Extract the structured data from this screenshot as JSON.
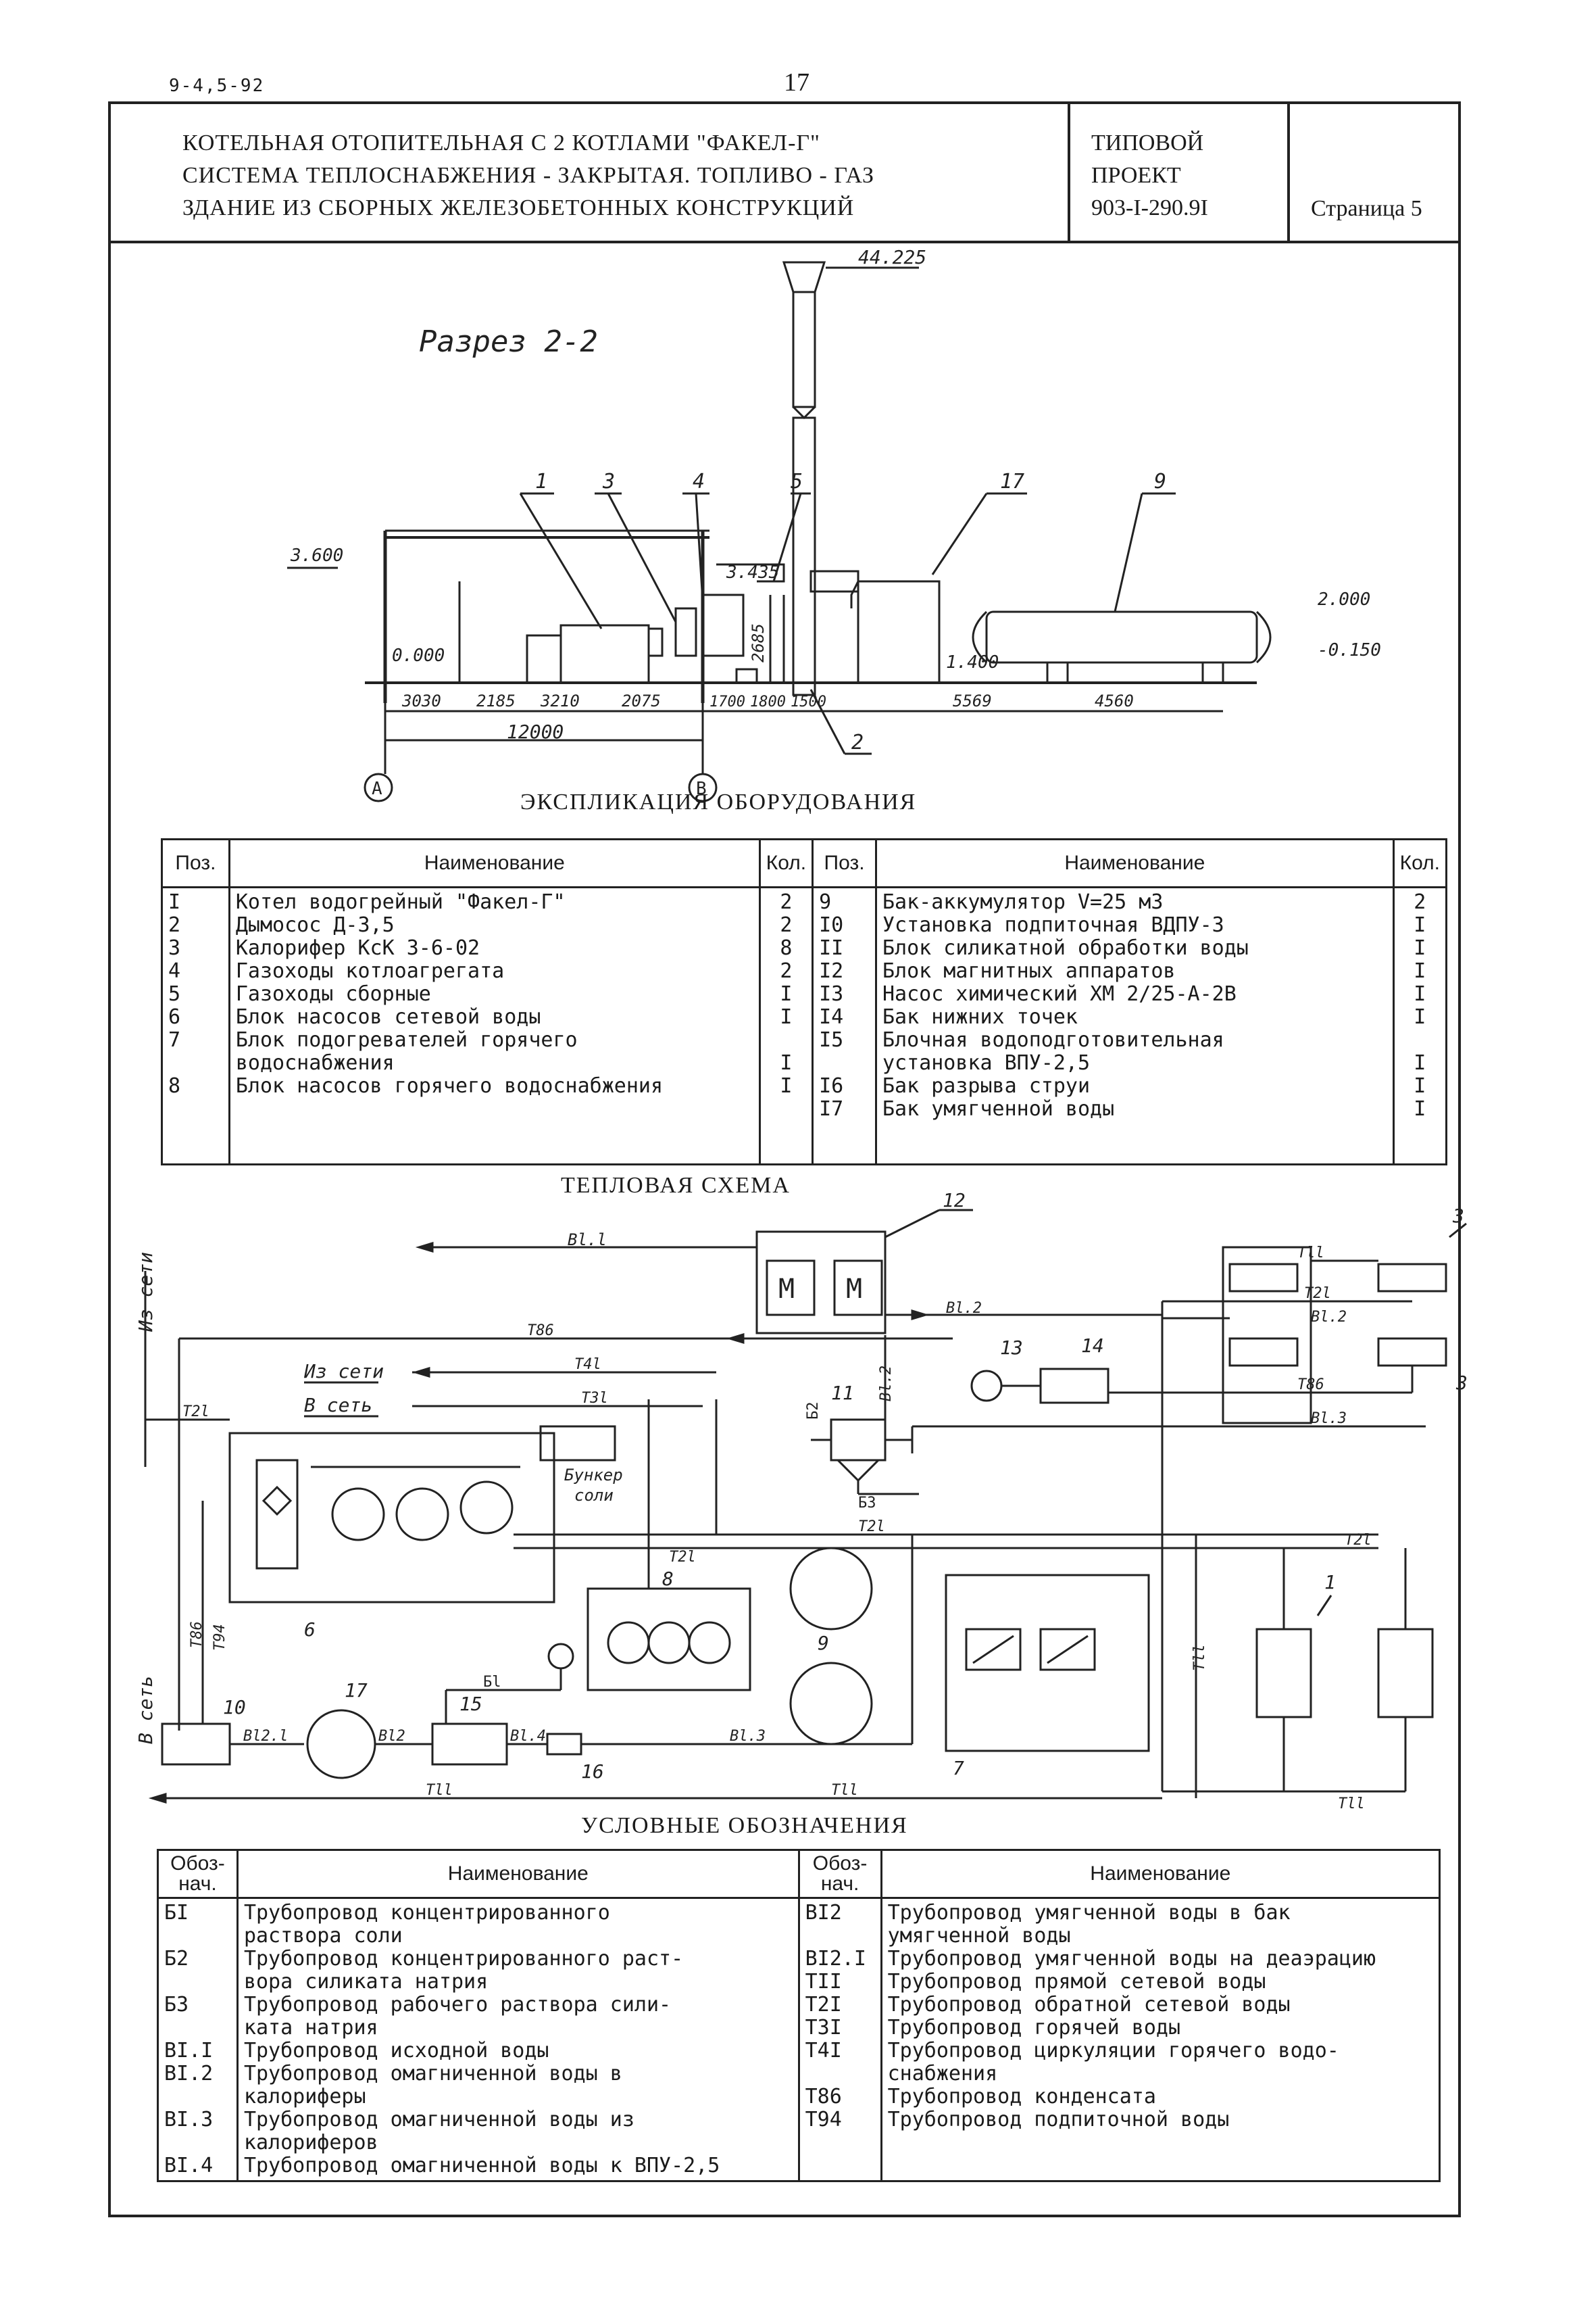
{
  "header": {
    "code": "9-4,5-92",
    "page_number": "17",
    "title_lines": [
      "КОТЕЛЬНАЯ ОТОПИТЕЛЬНАЯ С 2 КОТЛАМИ \"ФАКЕЛ-Г\"",
      "СИСТЕМА ТЕПЛОСНАБЖЕНИЯ - ЗАКРЫТАЯ. ТОПЛИВО - ГАЗ",
      "ЗДАНИЕ ИЗ СБОРНЫХ ЖЕЛЕЗОБЕТОННЫХ КОНСТРУКЦИЙ"
    ],
    "project_lines": [
      "ТИПОВОЙ",
      "ПРОЕКТ",
      "903-I-290.9I"
    ],
    "page_label": "Страница 5"
  },
  "section": {
    "title": "Разрез  2-2",
    "top_mark": "44.225",
    "levels": [
      "3.600",
      "0.000",
      "3.435",
      "2.000",
      "-0.150",
      "1.400"
    ],
    "dims": [
      "3030",
      "2185",
      "3210",
      "2075",
      "1700",
      "1800",
      "1500",
      "5569",
      "4560",
      "12000"
    ],
    "vertical_dim": "2685",
    "callouts": [
      "1",
      "3",
      "4",
      "5",
      "17",
      "9",
      "2"
    ],
    "axes": [
      "А",
      "В"
    ]
  },
  "equipment": {
    "title": "ЭКСПЛИКАЦИЯ   ОБОРУДОВАНИЯ",
    "headers": [
      "Поз.",
      "Наименование",
      "Кол.",
      "Поз.",
      "Наименование",
      "Кол."
    ],
    "left": {
      "pos": "I\n2\n3\n4\n5\n6\n7\n\n8",
      "names": "Котел водогрейный \"Факел-Г\"\nДымосос Д-3,5\nКалорифер КсК 3-6-02\nГазоходы котлоагрегата\nГазоходы сборные\nБлок насосов сетевой воды\nБлок подогревателей горячего\nводоснабжения\nБлок насосов горячего водоснабжения",
      "qty": "2\n2\n8\n2\nI\nI\n\nI\nI"
    },
    "right": {
      "pos": "9\nI0\nII\nI2\nI3\nI4\nI5\n\nI6\nI7",
      "names": "Бак-аккумулятор     V=25 м3\nУстановка подпиточная  ВДПУ-3\nБлок силикатной обработки воды\nБлок магнитных аппаратов\nНасос химический ХМ 2/25-А-2В\nБак нижних точек\nБлочная водоподготовительная\nустановка ВПУ-2,5\nБак разрыва струи\nБак умягченной воды",
      "qty": "2\nI\nI\nI\nI\nI\n\nI\nI\nI"
    }
  },
  "scheme": {
    "title": "ТЕПЛОВАЯ  СХЕМА",
    "labels": {
      "b11": "Bl.l",
      "b12": "Bl.2",
      "b13": "Bl.3",
      "b14": "Bl.4",
      "b121": "Bl2.l",
      "b12b": "Bl2",
      "t11": "Tll",
      "t21": "T2l",
      "t31": "T3l",
      "t41": "T4l",
      "t86": "T86",
      "t94": "T94",
      "b1": "Бl",
      "b2": "Б2",
      "b3": "Б3",
      "iz_seti_v": "Из сети",
      "v_set_v": "В сеть",
      "iz_seti": "Из сети",
      "v_set": "В сеть",
      "bunker": "Бункер",
      "soli": "соли",
      "m": "M"
    },
    "numbers": [
      "12",
      "3",
      "3",
      "13",
      "14",
      "11",
      "6",
      "8",
      "9",
      "1",
      "10",
      "17",
      "15",
      "16",
      "7"
    ]
  },
  "legend": {
    "title": "УСЛОВНЫЕ  ОБОЗНАЧЕНИЯ",
    "headers": [
      "Обоз-\nнач.",
      "Наименование",
      "Обоз-\nнач.",
      "Наименование"
    ],
    "left": {
      "codes": "БI\n\nБ2\n\nБ3\n\nBI.I\nBI.2\n\nBI.3\n\nBI.4",
      "names": "Трубопровод концентрированного\nраствора соли\nТрубопровод концентрированного раст-\nвора силиката натрия\nТрубопровод рабочего раствора сили-\nката натрия\nТрубопровод исходной воды\nТрубопровод омагниченной воды в\nкалориферы\nТрубопровод омагниченной воды из\nкалориферов\nТрубопровод омагниченной воды к ВПУ-2,5"
    },
    "right": {
      "codes": "BI2\n\nBI2.I\nTII\nT2I\nT3I\nT4I\n\nT86\nT94",
      "names": "Трубопровод умягченной воды в бак\nумягченной воды\nТрубопровод умягченной воды на деаэрацию\nТрубопровод прямой сетевой воды\nТрубопровод обратной сетевой воды\nТрубопровод горячей воды\nТрубопровод циркуляции горячего водо-\nснабжения\nТрубопровод конденсата\nТрубопровод подпиточной воды"
    }
  }
}
